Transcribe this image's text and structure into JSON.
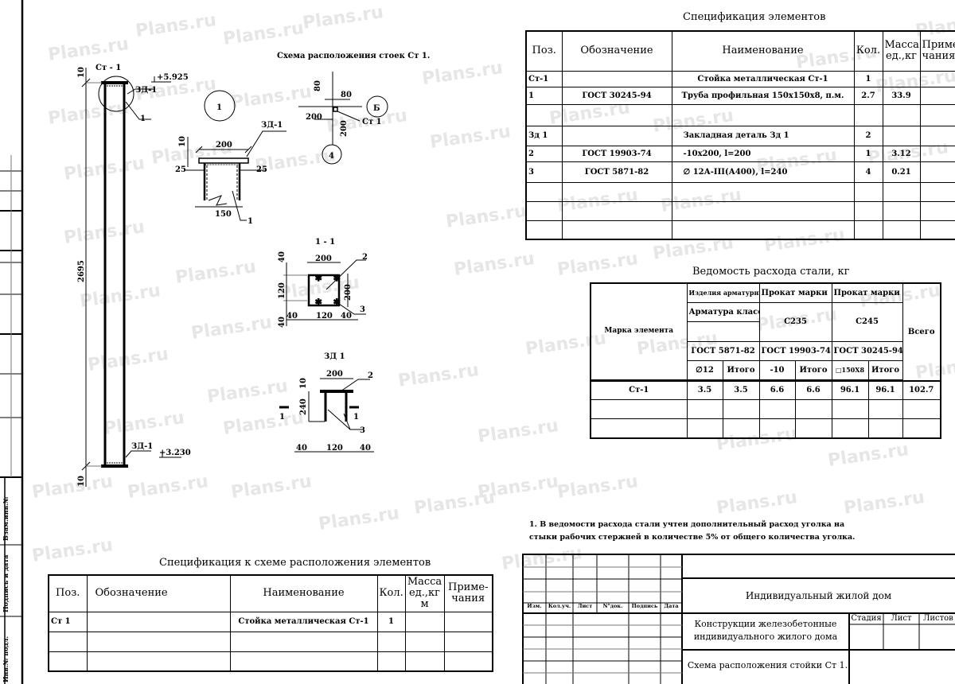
{
  "watermark": "Plans.ru",
  "drawing": {
    "title": "Схема расположения стоек Ст 1.",
    "column_mark": "Ст - 1",
    "elev_top": "+5.925",
    "elev_bottom": "+3.230",
    "height_dim": "2695",
    "dim_10": "10",
    "embed_label": "ЗД-1",
    "pos_1": "1",
    "node_1": "1",
    "axis_b": "Б",
    "axis_4": "4",
    "plan_80a": "80",
    "plan_80b": "80",
    "plan_200a": "200",
    "plan_200b": "200",
    "plan_ct": "Ст 1",
    "node_dim_200": "200",
    "node_dim_25a": "25",
    "node_dim_25b": "25",
    "node_dim_150": "150",
    "node_dim_10": "10",
    "section_title": "1 - 1",
    "sec_200a": "200",
    "sec_200b": "200",
    "sec_40": "40",
    "sec_120": "120",
    "sec_2": "2",
    "sec_3": "3",
    "zd_title": "ЗД 1",
    "zd_240": "240",
    "zd_cut": "1"
  },
  "spec_top": {
    "title": "Спецификация элементов",
    "headers": [
      "Поз.",
      "Обозначение",
      "Наименование",
      "Кол.",
      "Масса ед.,кг",
      "Приме чания"
    ],
    "rows": [
      [
        "Ст-1",
        "",
        "Стойка металлическая Ст-1",
        "1",
        "",
        ""
      ],
      [
        "1",
        "ГОСТ 30245-94",
        "Труба профильная 150х150х8, п.м.",
        "2.7",
        "33.9",
        ""
      ],
      [
        "",
        "",
        "",
        "",
        "",
        ""
      ],
      [
        "Зд 1",
        "",
        "Закладная деталь Зд 1",
        "2",
        "",
        ""
      ],
      [
        "2",
        "ГОСТ 19903-74",
        "-10х200, l=200",
        "1",
        "3.12",
        ""
      ],
      [
        "3",
        "ГОСТ 5871-82",
        "∅ 12А-III(А400), l=240",
        "4",
        "0.21",
        ""
      ],
      [
        "",
        "",
        "",
        "",
        "",
        ""
      ],
      [
        "",
        "",
        "",
        "",
        "",
        ""
      ],
      [
        "",
        "",
        "",
        "",
        "",
        ""
      ]
    ]
  },
  "steel": {
    "title": "Ведомость расхода стали, кг",
    "mark_header": "Марка элемента",
    "group1": "Изделия арматурные",
    "group2": "Прокат марки",
    "group3": "Прокат марки",
    "class_label": "Арматура класса",
    "grade2": "С235",
    "grade3": "С245",
    "gost1": "ГОСТ 5871-82",
    "gost2": "ГОСТ 19903-74",
    "gost3": "ГОСТ 30245-94",
    "total_header": "Всего",
    "sub": [
      "∅12",
      "Итого",
      "-10",
      "Итого",
      "□150Х8",
      "Итого"
    ],
    "rows": [
      [
        "Ст-1",
        "3.5",
        "3.5",
        "6.6",
        "6.6",
        "96.1",
        "96.1",
        "102.7"
      ]
    ]
  },
  "notes": [
    "1. В ведомости расхода стали учтен дополнительный расход уголка на",
    "стыки рабочих стержней в количестве 5% от общего количества уголка."
  ],
  "spec_bottom": {
    "title": "Спецификация к схеме расположения элементов",
    "headers": [
      "Поз.",
      "Обозначение",
      "Наименование",
      "Кол.",
      "Масса ед.,кг м",
      "Приме- чания"
    ],
    "rows": [
      [
        "Ст 1",
        "",
        "Стойка металлическая Ст-1",
        "1",
        "",
        ""
      ],
      [
        "",
        "",
        "",
        "",
        "",
        ""
      ],
      [
        "",
        "",
        "",
        "",
        "",
        ""
      ]
    ]
  },
  "title_block": {
    "col_labels": [
      "Изм.",
      "Кол.уч.",
      "Лист",
      "N°док.",
      "Подпись",
      "Дата"
    ],
    "project": "Индивидуальный жилой дом",
    "section": "Конструкции железобетонные индивидуального жилого дома",
    "sheet_title": "Схема расположения стойки Ст 1.",
    "stage_label": "Стадия",
    "sheet_label": "Лист",
    "sheets_label": "Листов"
  },
  "side_stamp": [
    "Взам.инв.№",
    "Подпись и дата",
    "Инв.№ подл."
  ]
}
